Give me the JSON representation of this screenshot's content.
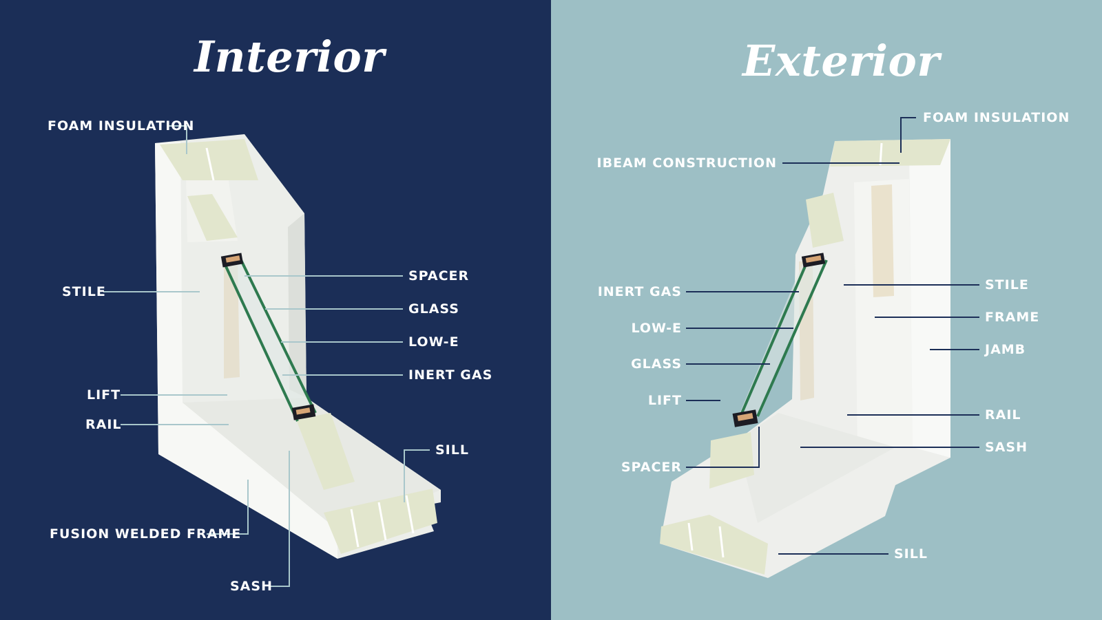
{
  "colors": {
    "interior_bg": "#1b2e57",
    "exterior_bg": "#9dbfc5",
    "interior_leader": "#a9c7cb",
    "exterior_leader": "#1b2e57",
    "label_text": "#ffffff",
    "vinyl": "#f3f4f1",
    "foam": "#e4e8cf",
    "glass_edge": "#2e7a4f",
    "spacer": "#1c1c24"
  },
  "interior": {
    "title": "Interior",
    "labels": {
      "foam_insulation": "FOAM INSULATION",
      "stile": "STILE",
      "lift": "LIFT",
      "rail": "RAIL",
      "fusion_welded_frame": "FUSION WELDED FRAME",
      "sash": "SASH",
      "spacer": "SPACER",
      "glass": "GLASS",
      "low_e": "LOW-E",
      "inert_gas": "INERT GAS",
      "sill": "SILL"
    }
  },
  "exterior": {
    "title": "Exterior",
    "labels": {
      "foam_insulation": "FOAM INSULATION",
      "ibeam_construction": "IBEAM CONSTRUCTION",
      "inert_gas": "INERT GAS",
      "low_e": "LOW-E",
      "glass": "GLASS",
      "lift": "LIFT",
      "spacer": "SPACER",
      "stile": "STILE",
      "frame": "FRAME",
      "jamb": "JAMB",
      "rail": "RAIL",
      "sash": "SASH",
      "sill": "SILL"
    }
  }
}
